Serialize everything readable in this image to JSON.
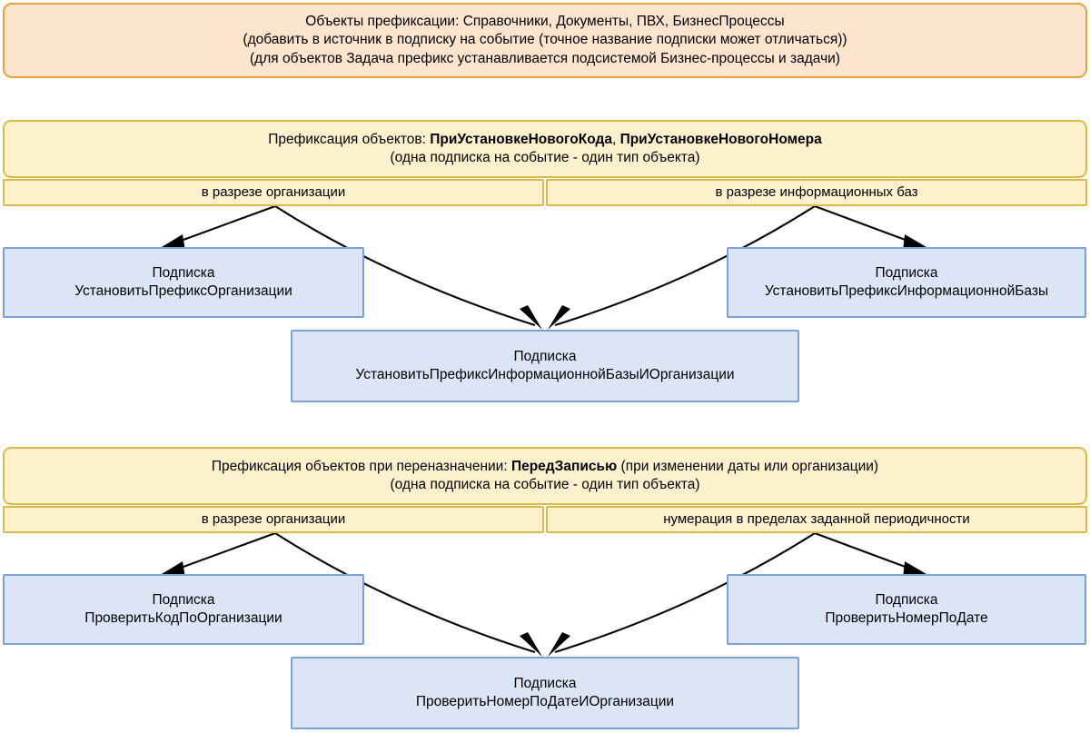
{
  "diagram": {
    "title_note": {
      "lines": [
        "Объекты префиксации: Справочники, Документы, ПВХ, БизнесПроцессы",
        "(добавить в источник в подписку на событие (точное название подписки может отличаться))",
        "(для объектов Задача префикс устанавливается подсистемой Бизнес-процессы и задачи)"
      ]
    },
    "section1": {
      "header": {
        "line1_pre": "Префиксация объектов: ",
        "line1_bold1": "ПриУстановкеНовогоКода",
        "line1_mid": ", ",
        "line1_bold2": "ПриУстановкеНовогоНомера",
        "line2": "(одна подписка на событие - один тип объекта)"
      },
      "cells": [
        {
          "label": "в разрезе организации"
        },
        {
          "label": "в разрезе информационных баз"
        }
      ],
      "nodes": [
        {
          "line1": "Подписка",
          "line2": "УстановитьПрефиксОрганизации"
        },
        {
          "line1": "Подписка",
          "line2": "УстановитьПрефиксИнформационнойБазы"
        },
        {
          "line1": "Подписка",
          "line2": "УстановитьПрефиксИнформационнойБазыИОрганизации"
        }
      ]
    },
    "section2": {
      "header": {
        "line1_pre": "Префиксация объектов при переназначении: ",
        "line1_bold1": "ПередЗаписью",
        "line1_post": " (при изменении даты или организации)",
        "line2": "(одна подписка на событие - один тип объекта)"
      },
      "cells": [
        {
          "label": "в разрезе организации"
        },
        {
          "label": "нумерация в пределах заданной периодичности"
        }
      ],
      "nodes": [
        {
          "line1": "Подписка",
          "line2": "ПроверитьКодПоОрганизации"
        },
        {
          "line1": "Подписка",
          "line2": "ПроверитьНомерПоДате"
        },
        {
          "line1": "Подписка",
          "line2": "ПроверитьНомерПоДатеИОрганизации"
        }
      ]
    },
    "colors": {
      "peach_fill": "#fde4ce",
      "peach_border": "#e8a33d",
      "yellow_fill": "#fdf0cd",
      "yellow_border": "#ddb94b",
      "blue_fill": "#dbe5f6",
      "blue_border": "#7d9fd1",
      "arrow": "#000000"
    }
  }
}
